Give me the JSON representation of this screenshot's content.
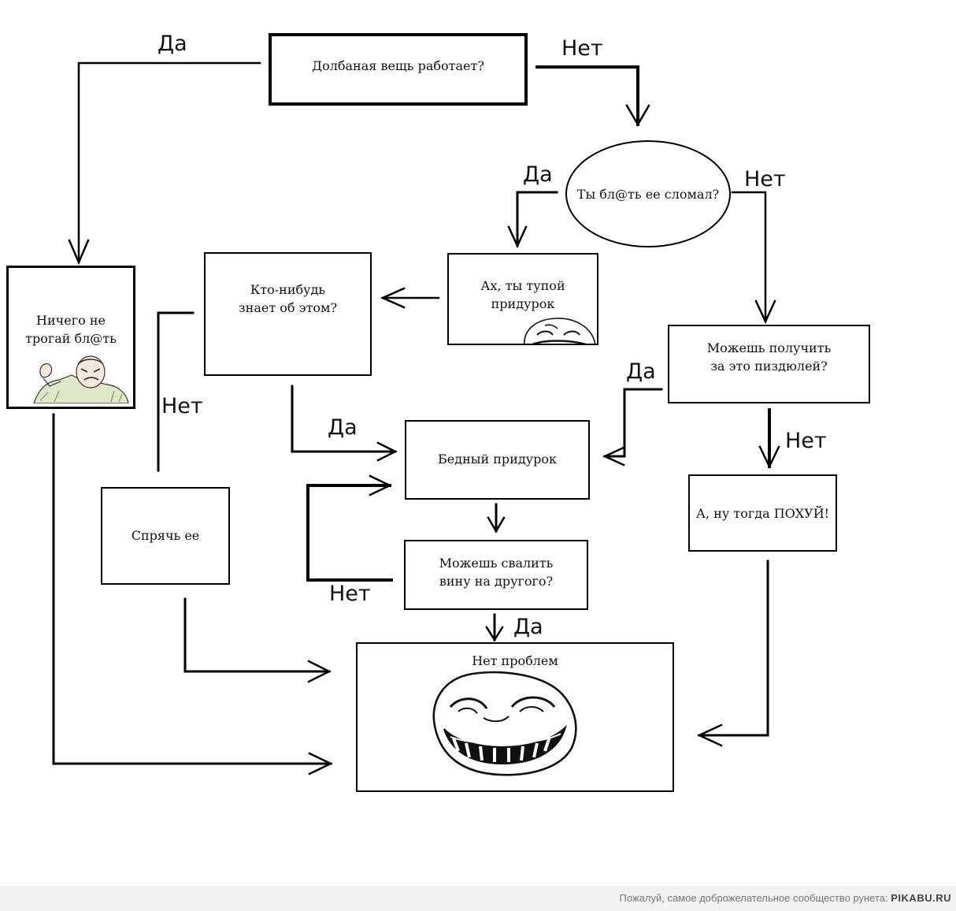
{
  "nodes": {
    "start": {
      "text": "Долбаная вещь работает?"
    },
    "broke": {
      "text": "Ты бл@ть ее сломал?"
    },
    "dont_touch": {
      "text": "Ничего не\nтрогай бл@ть"
    },
    "stupid": {
      "text": "Ах, ты тупой\nпридурок"
    },
    "knows": {
      "text": "Кто-нибудь\nзнает об этом?"
    },
    "punished": {
      "text": "Можешь получить\nза это пиздюлей?"
    },
    "poor": {
      "text": "Бедный придурок"
    },
    "whatever": {
      "text": "А, ну тогда ПОХУЙ!"
    },
    "hide": {
      "text": "Спрячь ее"
    },
    "blame": {
      "text": "Можешь свалить\nвину на другого?"
    },
    "no_problem": {
      "text": "Нет проблем"
    }
  },
  "edge_labels": {
    "start_yes": "Да",
    "start_no": "Нет",
    "broke_yes": "Да",
    "broke_no": "Нет",
    "punished_yes": "Да",
    "punished_no": "Нет",
    "knows_no": "Нет",
    "knows_yes": "Да",
    "blame_no": "Нет",
    "blame_yes": "Да"
  },
  "footer": {
    "text": "Пожалуй, самое доброжелательное сообщество рунета:",
    "brand": "PIKABU.RU"
  }
}
